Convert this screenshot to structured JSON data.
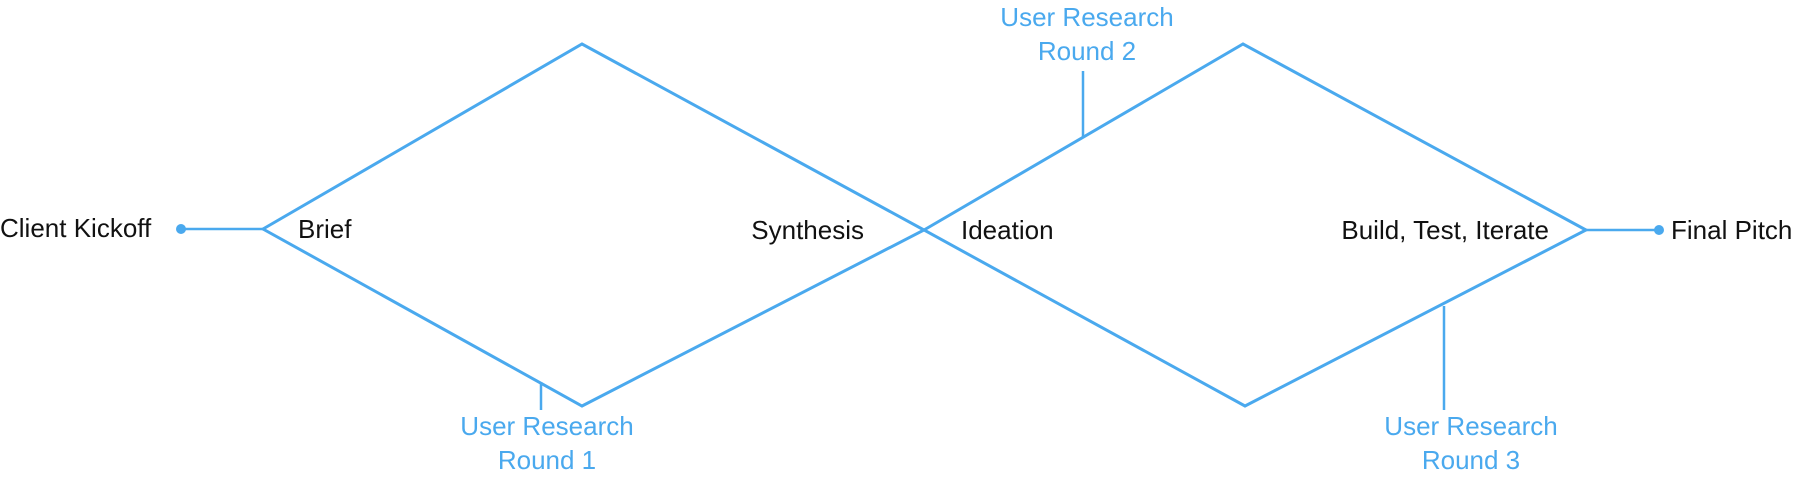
{
  "colors": {
    "accent": "#4aa9ee",
    "text": "#111111",
    "background": "#ffffff"
  },
  "labels": {
    "start": "Client Kickoff",
    "end": "Final Pitch",
    "brief": "Brief",
    "synthesis": "Synthesis",
    "ideation": "Ideation",
    "build": "Build, Test, Iterate"
  },
  "research": {
    "round1": {
      "line1": "User Research",
      "line2": "Round 1"
    },
    "round2": {
      "line1": "User Research",
      "line2": "Round 2"
    },
    "round3": {
      "line1": "User Research",
      "line2": "Round 3"
    }
  }
}
